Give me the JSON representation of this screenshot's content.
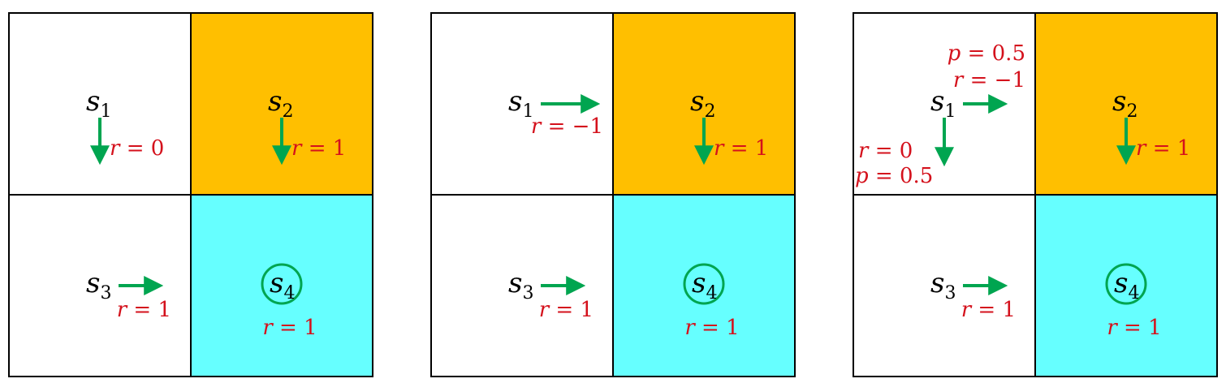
{
  "colors": {
    "white_cell": "#ffffff",
    "forbidden": "#ffbf00",
    "target": "#66ffff",
    "arrow": "#00a550",
    "reward_text": "#d4111c",
    "border": "#000000"
  },
  "states": {
    "s1": {
      "letter": "s",
      "index": "1"
    },
    "s2": {
      "letter": "s",
      "index": "2"
    },
    "s3": {
      "letter": "s",
      "index": "3"
    },
    "s4": {
      "letter": "s",
      "index": "4"
    }
  },
  "panels": [
    {
      "s1": {
        "action": "down",
        "reward_var": "r",
        "reward_value": "0"
      },
      "s2": {
        "action": "down",
        "reward_var": "r",
        "reward_value": "1"
      },
      "s3": {
        "action": "right",
        "reward_var": "r",
        "reward_value": "1"
      },
      "s4": {
        "action": "stay",
        "reward_var": "r",
        "reward_value": "1"
      }
    },
    {
      "s1": {
        "action": "right",
        "reward_var": "r",
        "reward_value": "−1"
      },
      "s2": {
        "action": "down",
        "reward_var": "r",
        "reward_value": "1"
      },
      "s3": {
        "action": "right",
        "reward_var": "r",
        "reward_value": "1"
      },
      "s4": {
        "action": "stay",
        "reward_var": "r",
        "reward_value": "1"
      }
    },
    {
      "s1": {
        "action": "stochastic",
        "right": {
          "prob_var": "p",
          "prob_value": "0.5",
          "reward_var": "r",
          "reward_value": "−1"
        },
        "down": {
          "prob_var": "p",
          "prob_value": "0.5",
          "reward_var": "r",
          "reward_value": "0"
        }
      },
      "s2": {
        "action": "down",
        "reward_var": "r",
        "reward_value": "1"
      },
      "s3": {
        "action": "right",
        "reward_var": "r",
        "reward_value": "1"
      },
      "s4": {
        "action": "stay",
        "reward_var": "r",
        "reward_value": "1"
      }
    }
  ]
}
